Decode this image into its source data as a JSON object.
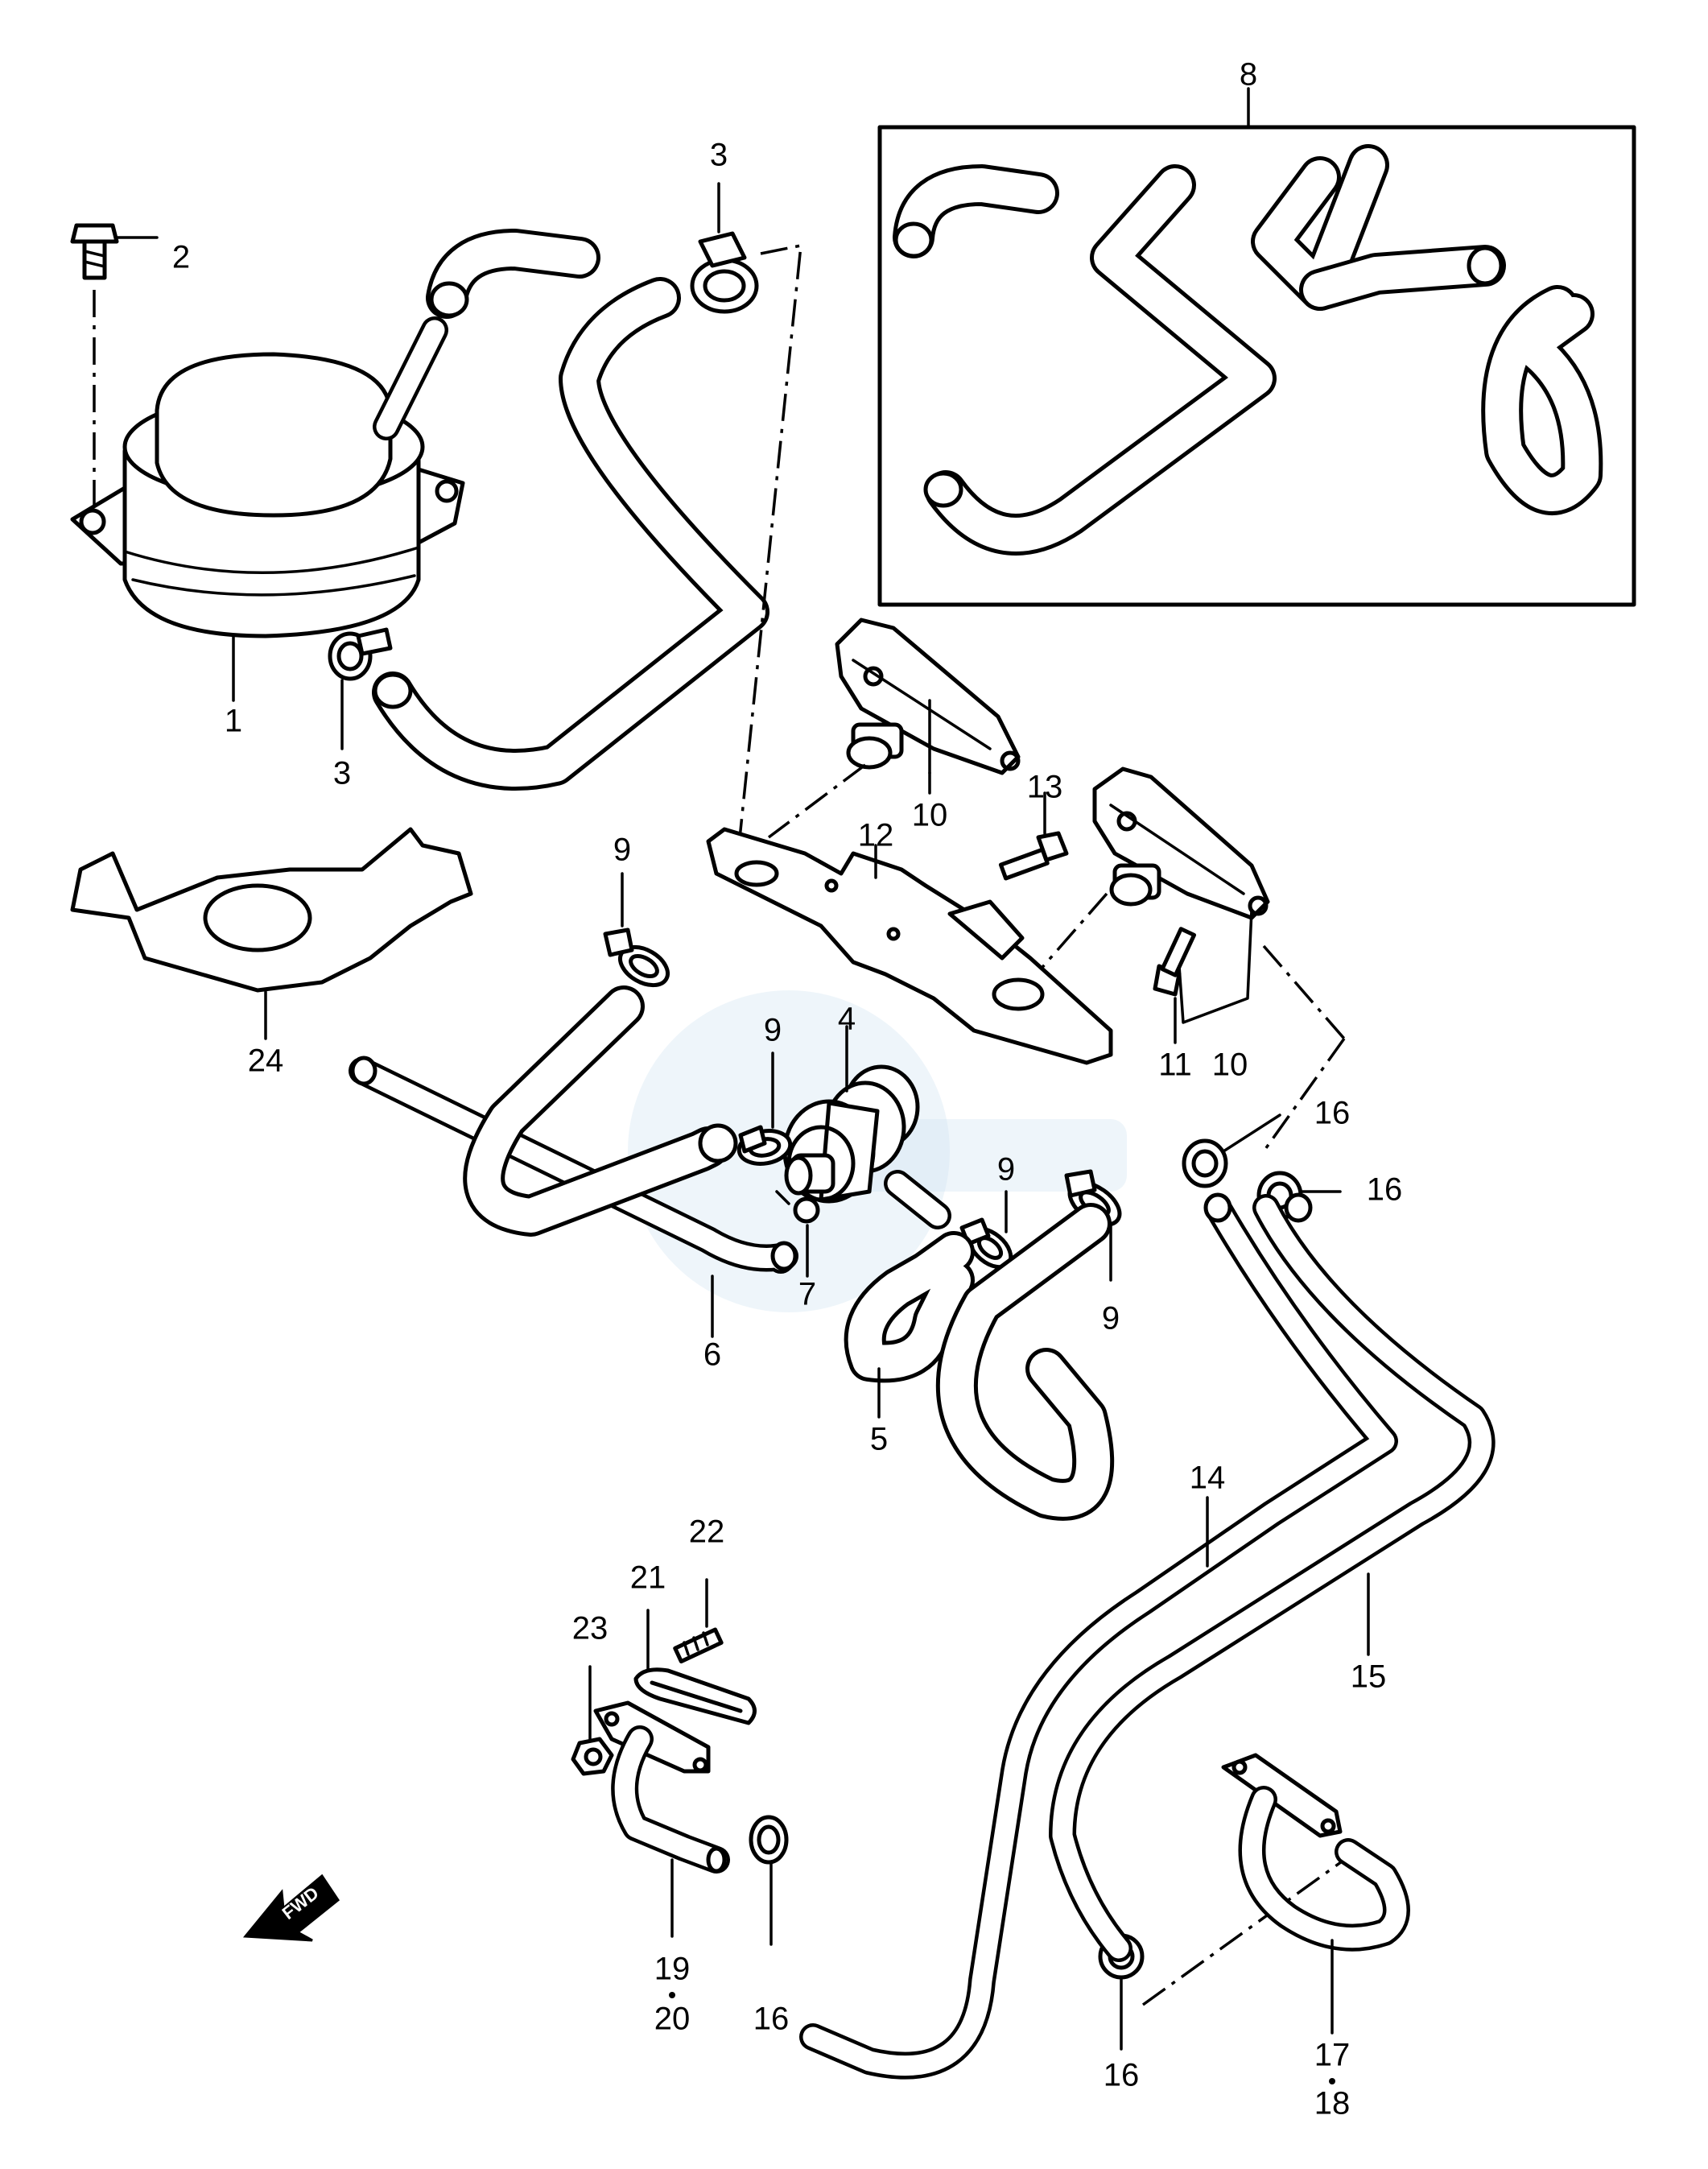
{
  "callouts": {
    "c1": "1",
    "c2": "2",
    "c3a": "3",
    "c3b": "3",
    "c4": "4",
    "c5": "5",
    "c6": "6",
    "c7": "7",
    "c8": "8",
    "c9a": "9",
    "c9b": "9",
    "c9c": "9",
    "c9d": "9",
    "c10a": "10",
    "c10b": "10",
    "c11": "11",
    "c12": "12",
    "c13": "13",
    "c14": "14",
    "c15": "15",
    "c16a": "16",
    "c16b": "16",
    "c16c": "16",
    "c16d": "16",
    "c17": "17",
    "c18": "18",
    "c19": "19",
    "c20": "20",
    "c21": "21",
    "c22": "22",
    "c23": "23",
    "c24": "24"
  },
  "fwd_label": "FWD",
  "icons": {
    "forward": "fwd-arrow-icon"
  }
}
